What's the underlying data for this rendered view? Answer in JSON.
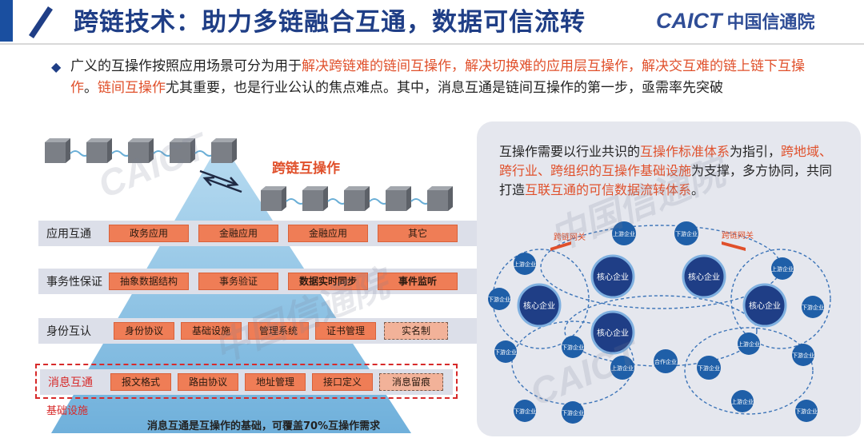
{
  "header": {
    "title": "跨链技术：助力多链融合互通，数据可信流转",
    "logo_en": "CAICT",
    "logo_cn": "中国信通院"
  },
  "intro": {
    "bullet": "◆",
    "p1": "广义的互操作按照应用场景可分为用于",
    "h1": "解决跨链难的链间互操作，解决切换难的应用层互操作，解决交互难的链上链下互操作",
    "p2": "。",
    "h2": "链间互操作",
    "p3": "尤其重要，也是行业公认的焦点难点。其中，消息互通是链间互操作的第一步，亟需率先突破"
  },
  "pyramid": {
    "cross_label": "跨链互操作",
    "base_label": "基础设施",
    "base_note": "消息互通是互操作的基础，可覆盖70%互操作需求",
    "layers": [
      {
        "label": "应用互通",
        "tags": [
          "政务应用",
          "金融应用",
          "金融应用",
          "其它"
        ]
      },
      {
        "label": "事务性保证",
        "tags": [
          "抽象数据结构",
          "事务验证",
          "数据实时同步",
          "事件监听"
        ]
      },
      {
        "label": "身份互认",
        "tags": [
          "身份协议",
          "基础设施",
          "管理系统",
          "证书管理",
          "实名制"
        ]
      },
      {
        "label": "消息互通",
        "tags": [
          "报文格式",
          "路由协议",
          "地址管理",
          "接口定义",
          "消息留痕"
        ]
      }
    ]
  },
  "panel": {
    "t1": "互操作需要以行业共识的",
    "h1": "互操作标准体系",
    "t2": "为指引，",
    "h2": "跨地域、跨行业、跨组织的互操作基础设施",
    "t3": "为支撑，多方协同，共同打造",
    "h3": "互联互通的可信数据流转体系",
    "t4": "。"
  },
  "network": {
    "core_label": "核心企业",
    "up_label": "上游企业",
    "down_label": "下游企业",
    "coop_label": "合作企业",
    "gateway_label": "跨链网关"
  },
  "colors": {
    "title": "#1f3e86",
    "highlight": "#e0502b",
    "tag": "#ef7d56",
    "pyramid": "#8fc3e4",
    "node": "#1f5fa8",
    "core": "#1f3e86"
  }
}
